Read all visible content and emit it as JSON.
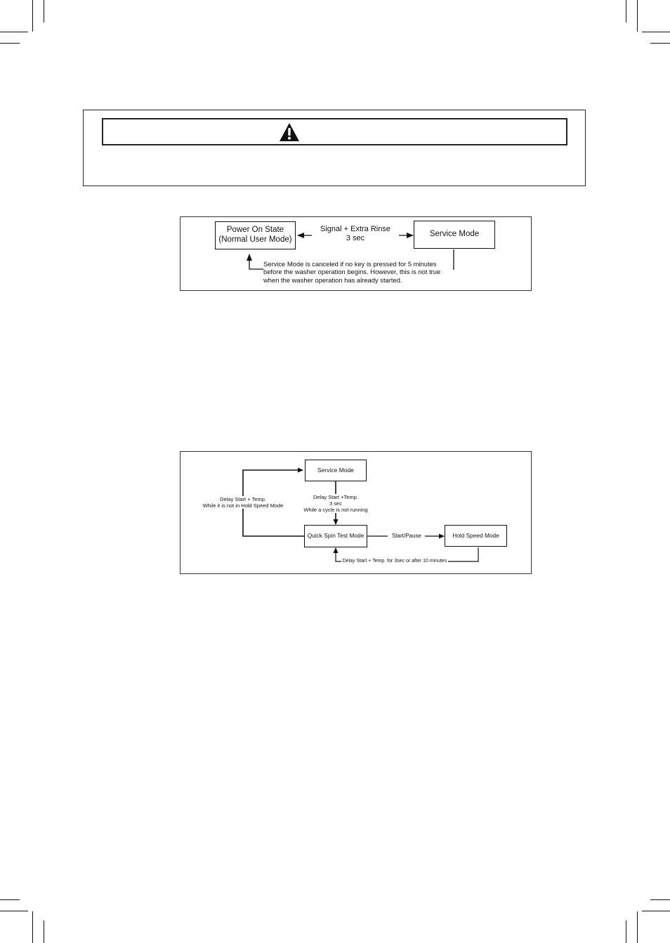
{
  "diagram1": {
    "power_on_state": "Power On State\n(Normal User Mode)",
    "service_mode": "Service Mode",
    "key_combo": "Signal + Extra Rinse\n3 sec",
    "cancel_note": "Service Mode is canceled if no key is pressed for 5 minutes\nbefore the washer operation begins. However, this is not true\nwhen the washer operation has already started."
  },
  "diagram2": {
    "service_mode": "Service Mode",
    "enter_quick_spin": "Delay Start +Temp.\n3 sec\nWhile a cycle is not running",
    "return_to_service": "Delay Start + Temp.\nWhile it is not in Hold Speed Mode",
    "quick_spin_test_mode": "Quick Spin Test Mode",
    "start_pause": "Start/Pause",
    "hold_speed_mode": "Hold Speed Mode",
    "exit_hold": "Delay Start + Temp. for 3sec or after 10 minutes"
  },
  "icons": {
    "warning": "warning-triangle-icon"
  }
}
